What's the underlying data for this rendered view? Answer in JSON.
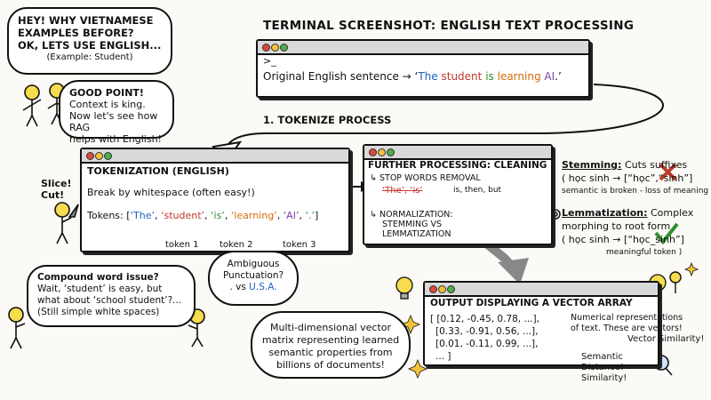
{
  "title": "TERMINAL SCREENSHOT: ENGLISH TEXT PROCESSING",
  "bubble_top_left": {
    "line1": "HEY! WHY VIETNAMESE",
    "line2": "EXAMPLES BEFORE?",
    "line3": "OK, LETS USE ENGLISH...",
    "sub": "(Example: Student)"
  },
  "bubble_good_point": {
    "line1": "GOOD POINT!",
    "line2": "Context is king.",
    "line3": "Now let's see how RAG",
    "line4": "helps with English!"
  },
  "terminal_main": {
    "prompt": ">_",
    "label": "Original English sentence → ‘",
    "w_the": "The",
    "w_student": "student",
    "w_is": "is",
    "w_learning": "learning",
    "w_ai": "AI",
    "end": ".’"
  },
  "step1_label": "1. TOKENIZE PROCESS",
  "tokenization": {
    "heading": "TOKENIZATION (ENGLISH)",
    "desc": "Break by whitespace (often easy!)",
    "tokens_label": "Tokens: [",
    "tokens": [
      "‘The’",
      "‘student’",
      "‘is’",
      "‘learning’",
      "‘AI’",
      "‘.’"
    ],
    "tokens_end": "]",
    "token1": "token 1",
    "token2": "token 2",
    "token3": "token 3"
  },
  "slice_cut": {
    "line1": "Slice!",
    "line2": "Cut!"
  },
  "compound_bubble": {
    "line1": "Compound word issue?",
    "line2": "Wait, ‘student’ is easy, but",
    "line3": "what about ‘school student’?...",
    "line4": "(Still simple white spaces)"
  },
  "ambiguous_bubble": {
    "line1": "Ambiguous",
    "line2": "Punctuation?",
    "line3": ". vs",
    "usa": "U.S.A."
  },
  "cleaning": {
    "heading": "FURTHER PROCESSING: CLEANING",
    "stop_words": "STOP WORDS REMOVAL",
    "struck": "‘The’, ‘is’",
    "also": "is, then, but",
    "norm1": "NORMALIZATION:",
    "norm2": "STEMMING VS",
    "norm3": "LEMMATIZATION"
  },
  "stemming": {
    "term": "Stemming:",
    "desc": "Cuts suffixes",
    "example": "( học sinh → [“học”,“sinh”]",
    "note": "semantic is broken - loss of meaning )"
  },
  "lemmatization": {
    "term": "Lemmatization:",
    "desc": "Complex",
    "line2": "morphing to root form",
    "example": "( học sinh → [“học_sinh”]",
    "note": "meaningful token )"
  },
  "vector_terminal": {
    "heading": "OUTPUT DISPLAYING A VECTOR ARRAY",
    "rows": [
      "[ [0.12, -0.45, 0.78, ...],",
      "[0.33, -0.91, 0.56, ...],",
      "[0.01, -0.11, 0.99, ...],",
      "... ]"
    ],
    "note1": "Numerical representations",
    "note2": "of text. These are vectors!"
  },
  "multi_bubble": {
    "line1": "Multi-dimensional vector",
    "line2": "matrix representing learned",
    "line3": "semantic properties from",
    "line4": "billions of documents!"
  },
  "vector_similarity": "Vector Similarity!",
  "semantic_distance": {
    "line1": "Semantic",
    "line2": "Distance!",
    "line3": "Similarity!"
  },
  "colors": {
    "red": "#c0392b",
    "green": "#2f8f2f",
    "blue": "#1f5fbf",
    "orange": "#d46b08"
  }
}
